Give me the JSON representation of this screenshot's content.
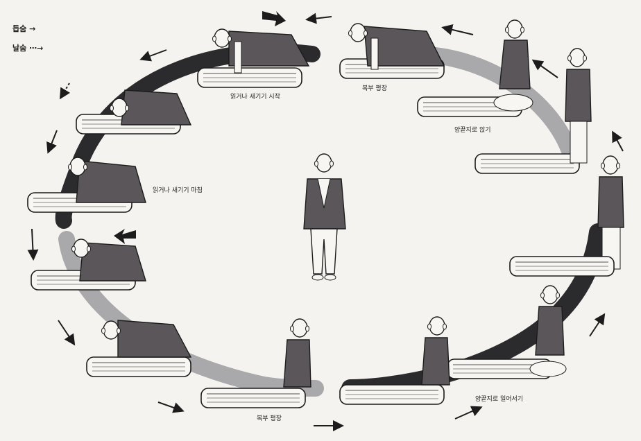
{
  "legend": {
    "up_label": "듭숨 →",
    "down_label": "날숨 ⋯→"
  },
  "captions": {
    "bow_start": "읽거나 새기기 시작",
    "bow_end": "읽거나 새기기 마침",
    "half_top": "복부 평장",
    "half_bottom": "복부 평장",
    "kneel_sit": "양끝지로 앉기",
    "kneel_rise": "양끝지로 일어서기"
  },
  "colors": {
    "band_dark": "#2b2a2c",
    "band_light": "#a9a8ab",
    "ink": "#1c1c1c",
    "robe": "#5a5659",
    "paper": "#f4f3ef"
  }
}
